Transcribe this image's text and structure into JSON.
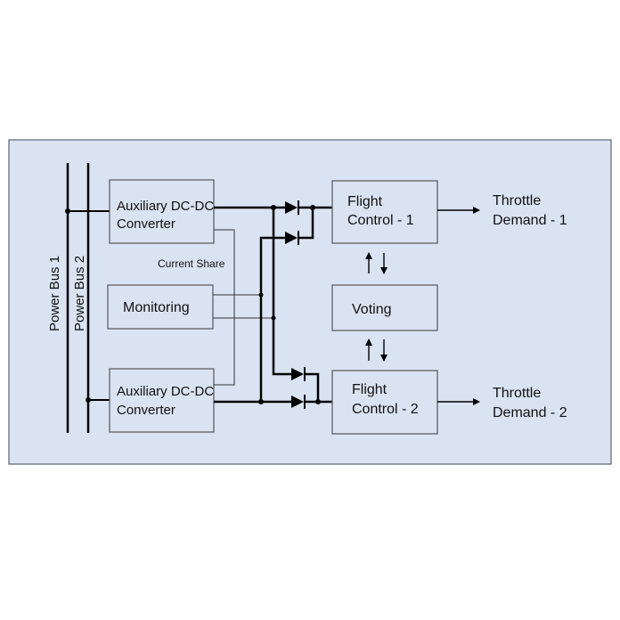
{
  "colors": {
    "panel_fill": "#dae3f2",
    "panel_stroke": "#5b6475",
    "box_fill": "#dae3f2",
    "box_stroke": "#555555",
    "line": "#000000",
    "thin_line": "#333333"
  },
  "buses": {
    "bus1": "Power Bus 1",
    "bus2": "Power Bus 2"
  },
  "converter_1": {
    "line1": "Auxiliary DC-DC",
    "line2": "Converter"
  },
  "converter_2": {
    "line1": "Auxiliary DC-DC",
    "line2": "Converter"
  },
  "current_share": "Current Share",
  "monitoring": "Monitoring",
  "flight_control_1": {
    "line1": "Flight",
    "line2": "Control - 1"
  },
  "flight_control_2": {
    "line1": "Flight",
    "line2": "Control - 2"
  },
  "voting": "Voting",
  "output_1": {
    "line1": "Throttle",
    "line2": "Demand - 1"
  },
  "output_2": {
    "line1": "Throttle",
    "line2": "Demand - 2"
  }
}
